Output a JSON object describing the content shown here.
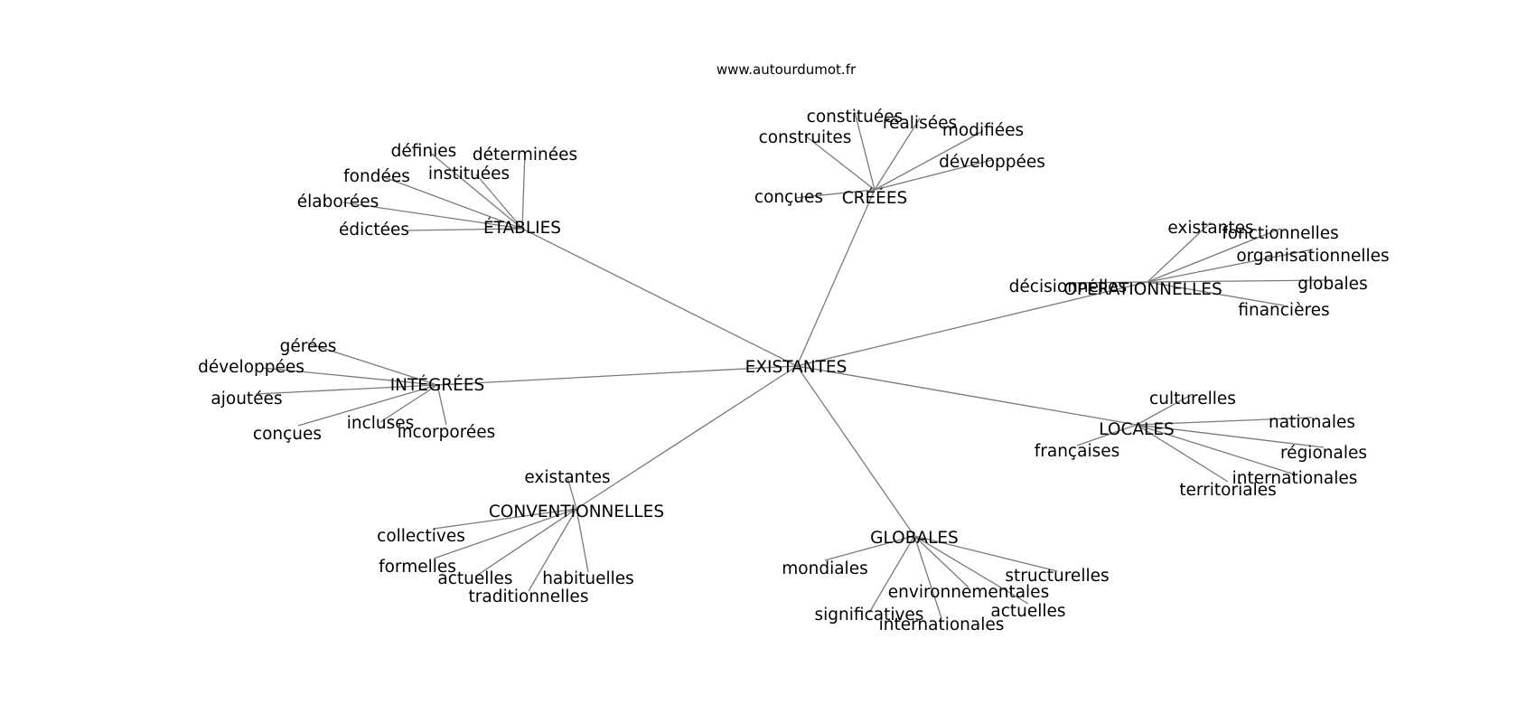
{
  "source_label": "www.autourdumot.fr",
  "colors": {
    "background": "#ffffff",
    "edge": "#7a7a7a",
    "text": "#000000"
  },
  "graph": {
    "root": "EXISTANTES",
    "groups": [
      {
        "label": "ÉTABLIES",
        "leaves": [
          "définies",
          "déterminées",
          "fondées",
          "instituées",
          "élaborées",
          "édictées"
        ]
      },
      {
        "label": "CRÉÉES",
        "leaves": [
          "constituées",
          "réalisées",
          "construites",
          "modifiées",
          "développées",
          "conçues"
        ]
      },
      {
        "label": "OPÉRATIONNELLES",
        "leaves": [
          "existantes",
          "fonctionnelles",
          "organisationnelles",
          "décisionnelles",
          "globales",
          "financières"
        ]
      },
      {
        "label": "INTÉGRÉES",
        "leaves": [
          "gérées",
          "développées",
          "ajoutées",
          "incluses",
          "conçues",
          "incorporées"
        ]
      },
      {
        "label": "LOCALES",
        "leaves": [
          "culturelles",
          "nationales",
          "françaises",
          "régionales",
          "internationales",
          "territoriales"
        ]
      },
      {
        "label": "CONVENTIONNELLES",
        "leaves": [
          "existantes",
          "collectives",
          "formelles",
          "actuelles",
          "habituelles",
          "traditionnelles"
        ]
      },
      {
        "label": "GLOBALES",
        "leaves": [
          "mondiales",
          "structurelles",
          "environnementales",
          "actuelles",
          "significatives",
          "internationales"
        ]
      }
    ]
  }
}
